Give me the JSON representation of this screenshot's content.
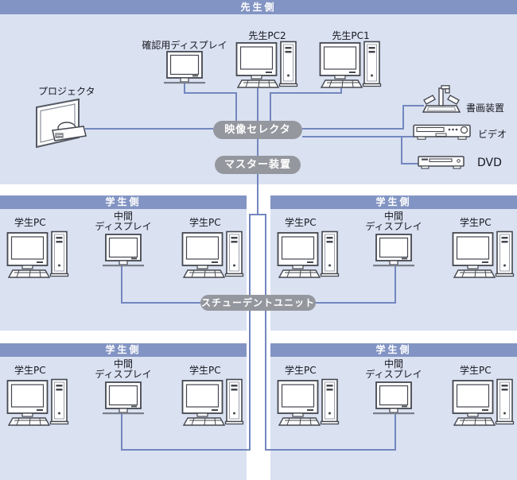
{
  "diagram": {
    "teacher": {
      "header": "先生側",
      "projector": "プロジェクタ",
      "check_display": "確認用ディスプレイ",
      "teacher_pc2": "先生PC2",
      "teacher_pc1": "先生PC1",
      "doc_camera": "書画装置",
      "video": "ビデオ",
      "dvd": "DVD",
      "video_selector": "映像セレクタ",
      "master_unit": "マスター装置"
    },
    "student_unit": "スチューデントユニット",
    "sections": [
      {
        "header": "学生側",
        "pc_left": "学生PC",
        "mid_display": [
          "中間",
          "ディスプレイ"
        ],
        "pc_right": "学生PC"
      },
      {
        "header": "学生側",
        "pc_left": "学生PC",
        "mid_display": [
          "中間",
          "ディスプレイ"
        ],
        "pc_right": "学生PC"
      },
      {
        "header": "学生側",
        "pc_left": "学生PC",
        "mid_display": [
          "中間",
          "ディスプレイ"
        ],
        "pc_right": "学生PC"
      },
      {
        "header": "学生側",
        "pc_left": "学生PC",
        "mid_display": [
          "中間",
          "ディスプレイ"
        ],
        "pc_right": "学生PC"
      }
    ],
    "colors": {
      "header_bar": "#8294c3",
      "panel_bg": "#dae1f1",
      "node_pill": "#95979e",
      "connector": "#7387bf"
    }
  }
}
